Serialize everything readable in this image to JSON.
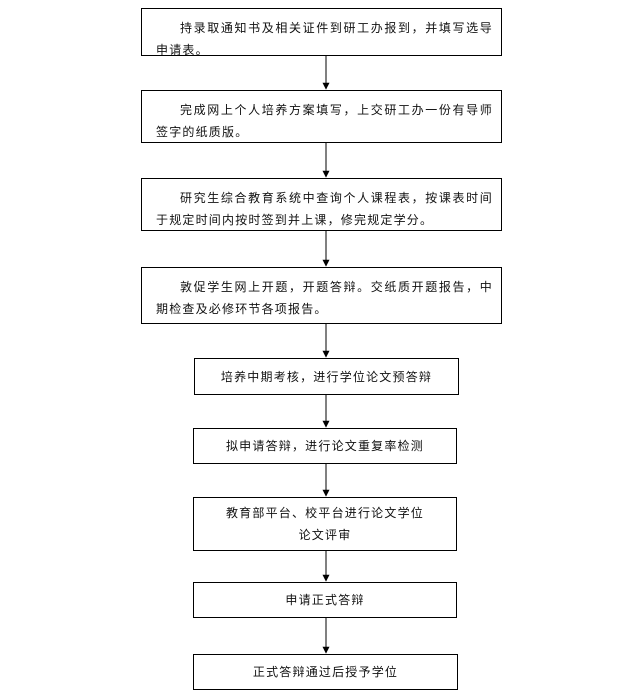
{
  "steps": [
    "持录取通知书及相关证件到研工办报到，并填写选导申请表。",
    "完成网上个人培养方案填写，上交研工办一份有导师签字的纸质版。",
    "研究生综合教育系统中查询个人课程表，按课表时间于规定时间内按时签到并上课，修完规定学分。",
    "敦促学生网上开题，开题答辩。交纸质开题报告，中期检查及必修环节各项报告。",
    "培养中期考核，进行学位论文预答辩",
    "拟申请答辩，进行论文重复率检测",
    "教育部平台、校平台进行论文学位论文评审",
    "申请正式答辩",
    "正式答辩通过后授予学位"
  ]
}
